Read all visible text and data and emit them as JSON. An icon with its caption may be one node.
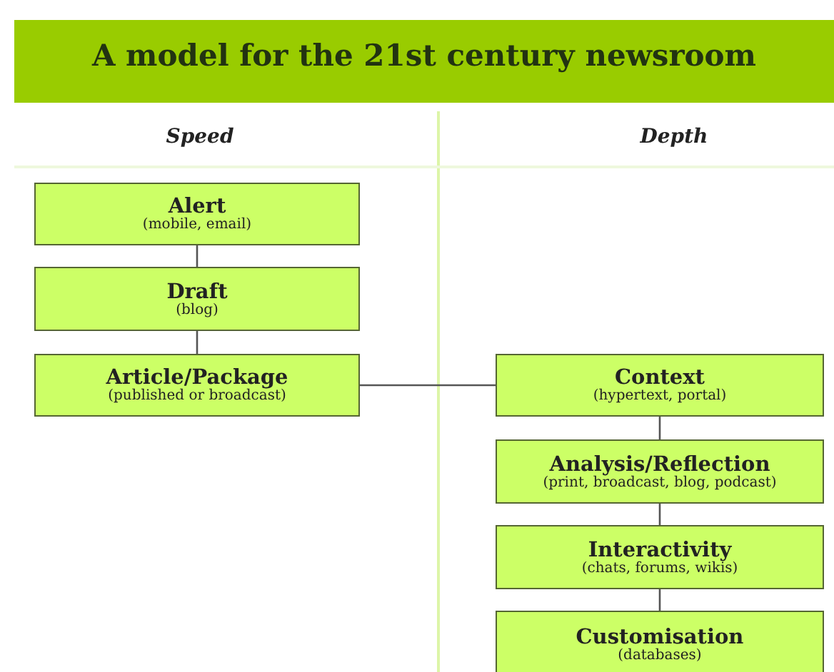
{
  "diagram": {
    "title": "A model for the 21st century newsroom",
    "nodes": [
      {
        "text": [
          "Alert",
          "(mobile, email)"
        ]
      },
      {
        "text": [
          "Draft",
          "(blog)"
        ]
      },
      {
        "text": [
          "Article/Package",
          "(published or broadcast)"
        ]
      },
      {
        "text": [
          "Context",
          "(hypertext, portal)"
        ]
      },
      {
        "text": [
          "Analysis/Reflection",
          "(print, broadcast, blog, podcast)"
        ]
      },
      {
        "text": [
          "Interactivity",
          "(chats, forums, wikis)"
        ]
      },
      {
        "text": [
          "Customisation",
          "(databases)"
        ]
      }
    ],
    "edges": [
      {
        "from": 0,
        "to": 1,
        "arrow": "none"
      },
      {
        "from": 1,
        "to": 2,
        "arrow": "none"
      },
      {
        "from": 2,
        "to": 3,
        "arrow": "none"
      },
      {
        "from": 3,
        "to": 4,
        "arrow": "none"
      },
      {
        "from": 4,
        "to": 5,
        "arrow": "none"
      },
      {
        "from": 5,
        "to": 6,
        "arrow": "none"
      }
    ],
    "labels": [
      "Speed",
      "Depth"
    ]
  }
}
